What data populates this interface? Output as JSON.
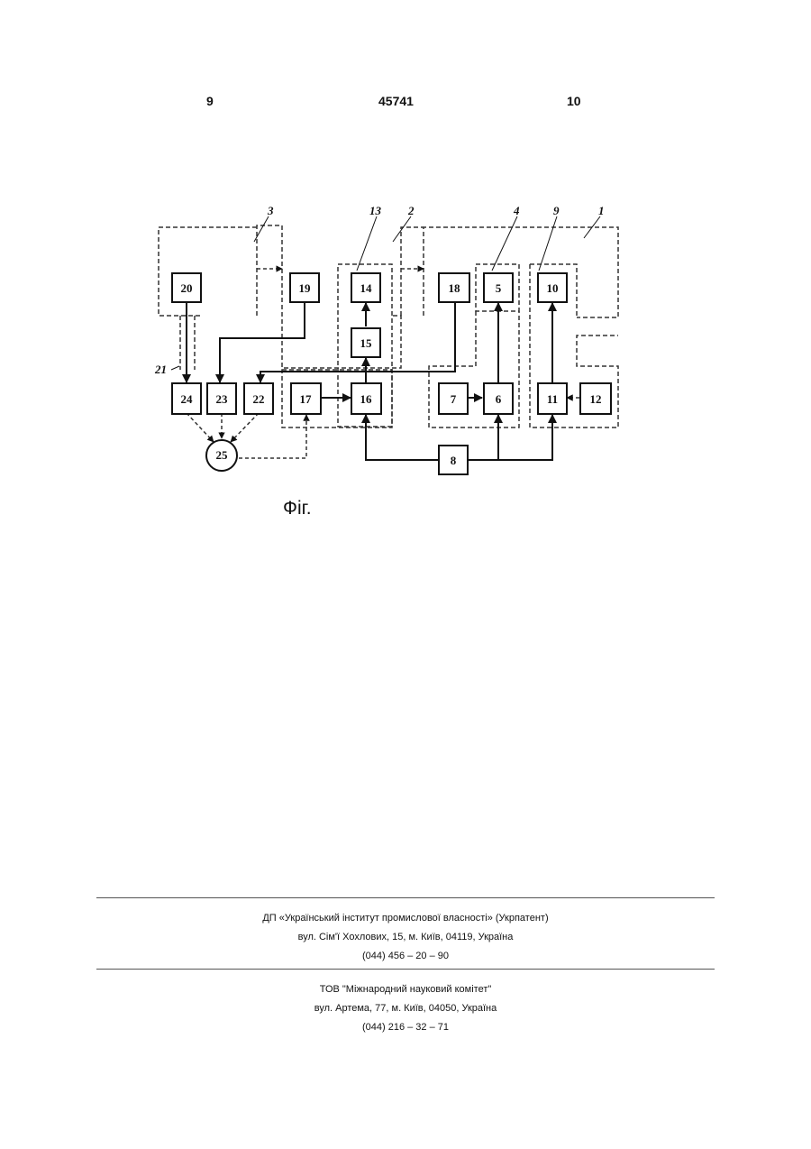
{
  "header": {
    "left_page": "9",
    "patent_number": "45741",
    "right_page": "10"
  },
  "figure": {
    "caption": "Фіг.",
    "callouts": [
      "3",
      "13",
      "2",
      "4",
      "9",
      "1",
      "21"
    ],
    "blocks": [
      "20",
      "19",
      "14",
      "18",
      "5",
      "10",
      "15",
      "24",
      "23",
      "22",
      "17",
      "16",
      "7",
      "6",
      "11",
      "12",
      "8",
      "25"
    ]
  },
  "footer": {
    "publisher": {
      "name": "ДП «Український інститут промислової власності» (Укрпатент)",
      "address": "вул. Сім'ї Хохлових, 15, м. Київ, 04119, Україна",
      "phone": "(044) 456 – 20 – 90"
    },
    "printer": {
      "name": "ТОВ \"Міжнародний науковий комітет\"",
      "address": "вул. Артема, 77, м. Київ, 04050, Україна",
      "phone": "(044) 216 – 32 – 71"
    }
  }
}
